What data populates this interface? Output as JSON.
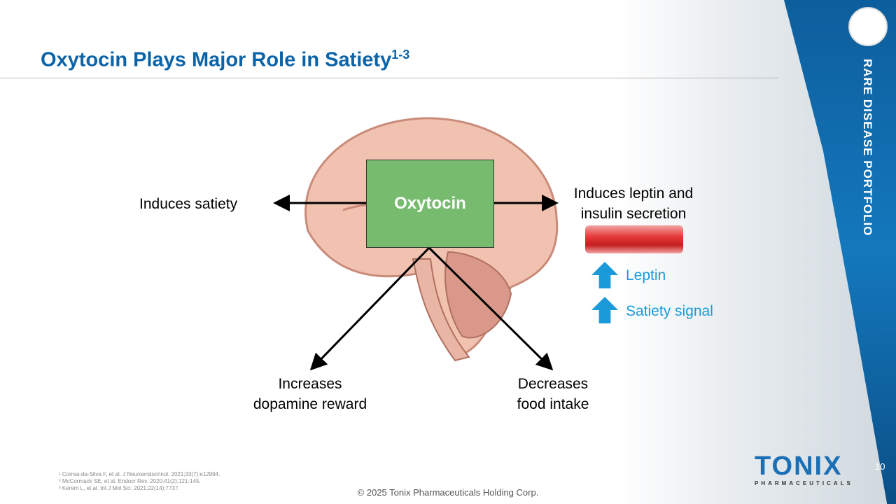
{
  "title": "Oxytocin Plays Major Role in Satiety",
  "title_sup": "1-3",
  "side_label": "RARE DISEASE PORTFOLIO",
  "center": "Oxytocin",
  "labels": {
    "left": "Induces satiety",
    "right_1": "Induces leptin and",
    "right_2": "insulin secretion",
    "bl_1": "Increases",
    "bl_2": "dopamine reward",
    "br_1": "Decreases",
    "br_2": "food intake"
  },
  "effects": [
    {
      "label": "Leptin"
    },
    {
      "label": "Satiety signal"
    }
  ],
  "refs": [
    "¹ Correa-da-Silva F, et al. J Neuroendocrinol. 2021;33(7):e12994.",
    "² McCormack SE, et al. Endocr Rev. 2020;41(2):121-145.",
    "³ Kerem L, et al. Int J Mol Sci. 2021;22(14):7737."
  ],
  "copyright": "© 2025 Tonix Pharmaceuticals Holding Corp.",
  "page": "10",
  "logo": {
    "name": "TONIX",
    "sub": "PHARMACEUTICALS"
  },
  "colors": {
    "title": "#0b63a8",
    "box": "#77bb6f",
    "accent": "#1a9ad9"
  }
}
